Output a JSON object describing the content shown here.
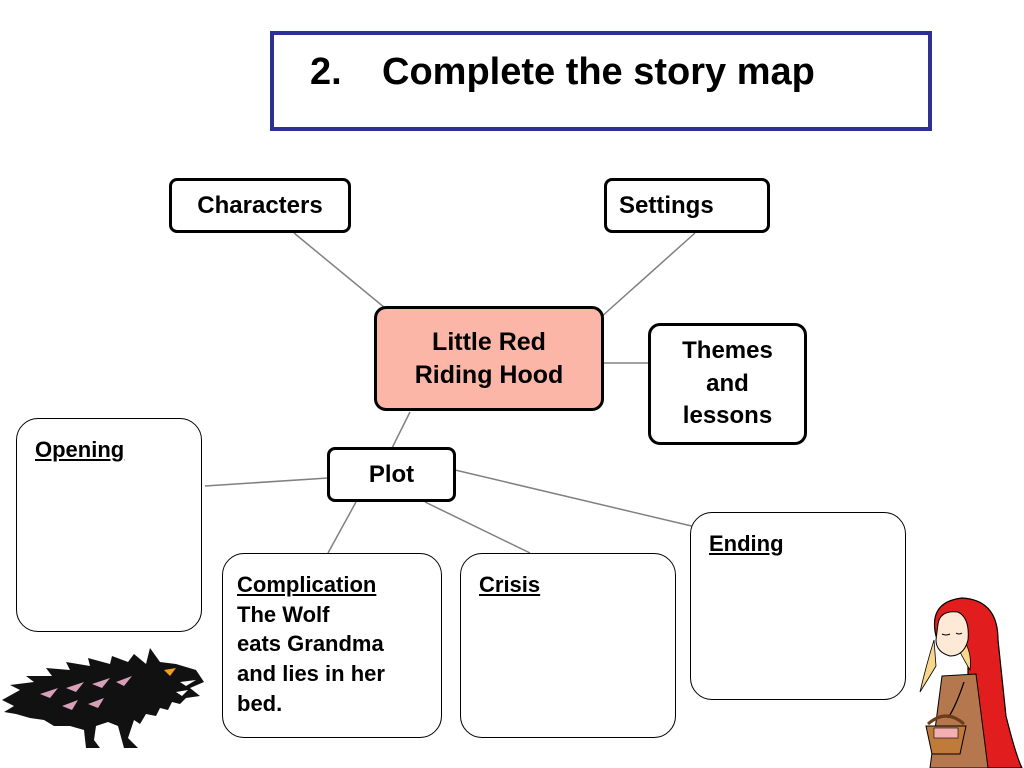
{
  "title": {
    "number": "2.",
    "text": "Complete the story map"
  },
  "center": {
    "line1": "Little Red",
    "line2": "Riding Hood"
  },
  "nodes": {
    "characters": "Characters",
    "settings": "Settings",
    "themes": {
      "line1": "Themes",
      "line2": "and",
      "line3": "lessons"
    },
    "plot": "Plot"
  },
  "cards": {
    "opening": {
      "heading": "Opening"
    },
    "complication": {
      "heading": "Complication",
      "body_lines": [
        "The Wolf",
        "eats Grandma",
        "and lies in her",
        "bed."
      ]
    },
    "crisis": {
      "heading": "Crisis"
    },
    "ending": {
      "heading": "Ending"
    }
  },
  "colors": {
    "title_border": "#2e3192",
    "center_fill": "#fbb6a8",
    "connector": "#808080"
  },
  "illustrations": [
    "wolf-illustration",
    "red-riding-hood-illustration"
  ]
}
